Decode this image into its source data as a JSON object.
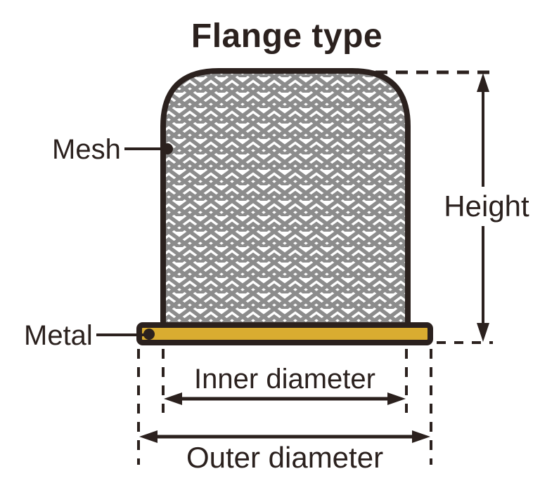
{
  "title": "Flange type",
  "labels": {
    "mesh": "Mesh",
    "metal": "Metal",
    "height": "Height",
    "inner_diameter": "Inner diameter",
    "outer_diameter": "Outer diameter"
  },
  "colors": {
    "outline": "#2b211e",
    "mesh_gray": "#8c8c8c",
    "flange_yellow": "#d9ac30",
    "background": "#ffffff"
  },
  "diagram": {
    "type": "technical-dimension-diagram",
    "subject": "flange-type mesh strainer cross-section",
    "parts": [
      "mesh dome",
      "metal flange ring"
    ],
    "dimensions_called_out": [
      "Height",
      "Inner diameter",
      "Outer diameter"
    ]
  }
}
